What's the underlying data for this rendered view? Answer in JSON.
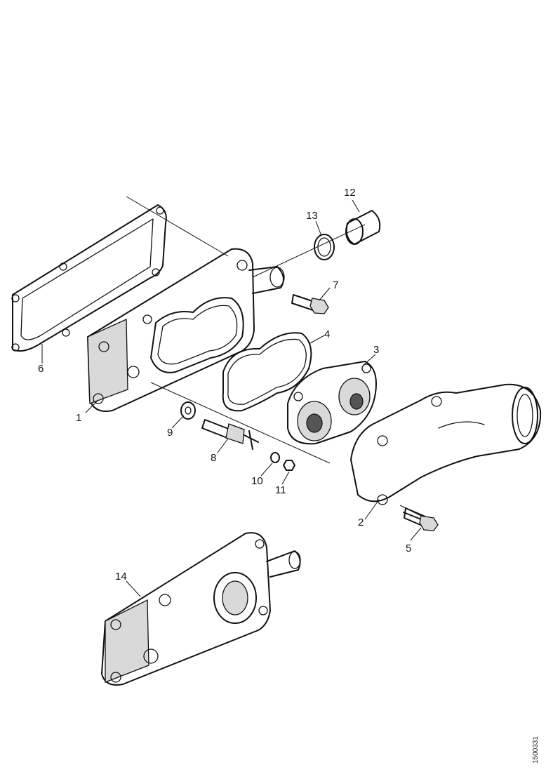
{
  "diagram": {
    "reference_code": "1500331",
    "callouts": [
      "1",
      "2",
      "3",
      "4",
      "5",
      "6",
      "7",
      "8",
      "9",
      "10",
      "11",
      "12",
      "13",
      "14"
    ]
  }
}
